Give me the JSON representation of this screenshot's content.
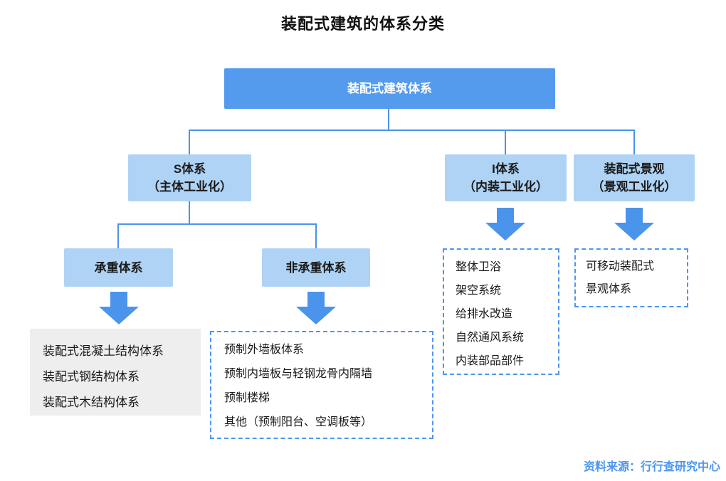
{
  "title": "装配式建筑的体系分类",
  "root": {
    "label": "装配式建筑体系"
  },
  "branches": {
    "s": {
      "line1": "S体系",
      "line2": "（主体工业化）"
    },
    "i": {
      "line1": "I体系",
      "line2": "（内装工业化）"
    },
    "landscape": {
      "line1": "装配式景观",
      "line2": "（景观工业化）"
    }
  },
  "sub_branches": {
    "load_bearing": "承重体系",
    "non_load_bearing": "非承重体系"
  },
  "leaves": {
    "load_bearing": [
      "装配式混凝土结构体系",
      "装配式钢结构体系",
      "装配式木结构体系"
    ],
    "non_load_bearing": [
      "预制外墙板体系",
      "预制内墙板与轻钢龙骨内隔墙",
      "预制楼梯",
      "其他（预制阳台、空调板等）"
    ],
    "i_system": [
      "整体卫浴",
      "架空系统",
      "给排水改造",
      "自然通风系统",
      "内装部品部件"
    ],
    "landscape": [
      "可移动装配式",
      "景观体系"
    ]
  },
  "source": "资料来源：行行查研究中心",
  "colors": {
    "root-fill": "#549BEE",
    "branch-fill": "#AFD3F5",
    "line": "#4A94EC",
    "arrow": "#4A94EC",
    "dashed-border": "#4D96F0",
    "gray-fill": "#EEEEEE",
    "source-text": "#4D96F0",
    "text": "#1A1A1A",
    "root-text": "#FFFFFF"
  }
}
